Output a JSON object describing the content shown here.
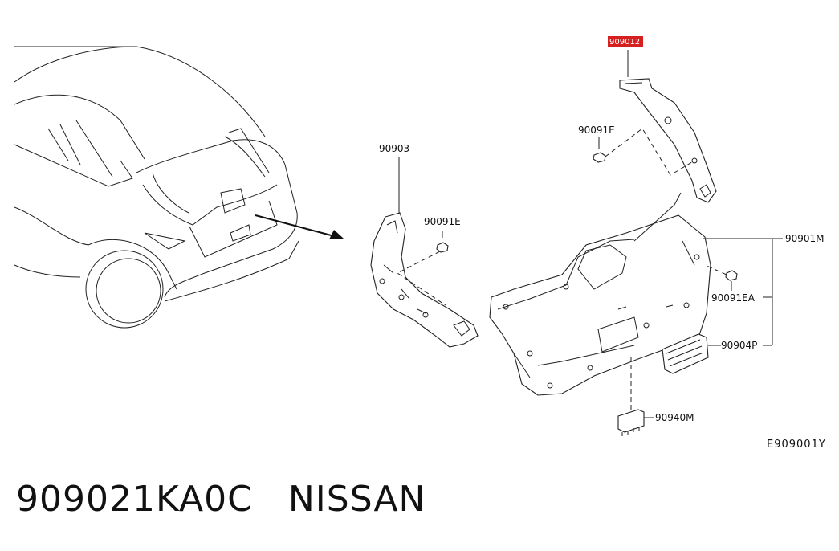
{
  "diagram": {
    "labels": {
      "highlighted_part": "909012",
      "clip_upper": "90091E",
      "trim_left": "90903",
      "clip_left": "90091E",
      "trim_main": "90901M",
      "clip_main": "90091EA",
      "part_904": "90904P",
      "part_940": "90940M"
    },
    "reference_code": "E909001Y",
    "highlight_color": "#d62020"
  },
  "footer": {
    "part_number": "909021KA0C",
    "brand": "NISSAN"
  }
}
